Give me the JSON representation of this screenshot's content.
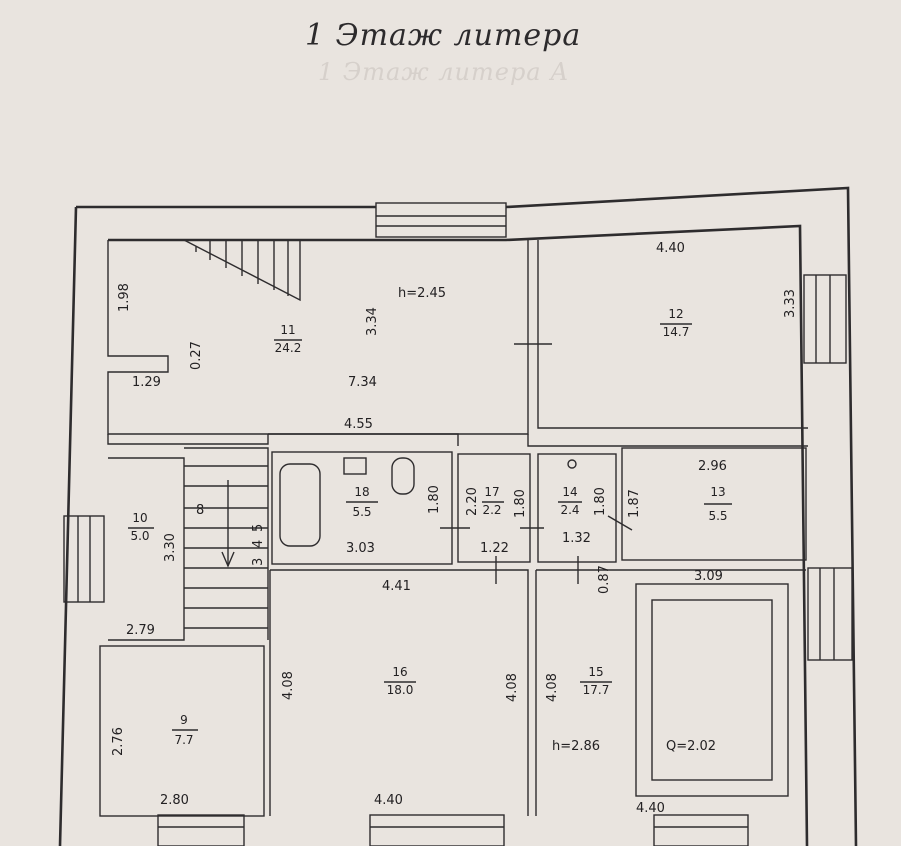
{
  "title": "1 Этаж литера",
  "ghost_title": "1 Этаж литера А",
  "heights": {
    "main": "h=2.45",
    "lower": "h=2.86"
  },
  "area_note": "Q=2.02",
  "rooms": [
    {
      "id": "11",
      "area": "24.2"
    },
    {
      "id": "12",
      "area": "14.7"
    },
    {
      "id": "10",
      "area": "5.0"
    },
    {
      "id": "18",
      "area": "5.5"
    },
    {
      "id": "17",
      "area": "2.2"
    },
    {
      "id": "14",
      "area": "2.4"
    },
    {
      "id": "13",
      "area": "5.5"
    },
    {
      "id": "16",
      "area": "18.0"
    },
    {
      "id": "15",
      "area": "17.7"
    },
    {
      "id": "9",
      "area": "7.7"
    }
  ],
  "dimensions": {
    "d_198": "1.98",
    "d_027": "0.27",
    "d_129": "1.29",
    "d_334": "3.34",
    "d_734": "7.34",
    "d_455": "4.55",
    "d_440_top": "4.40",
    "d_333": "3.33",
    "d_330": "3.30",
    "d_279": "2.79",
    "d_180a": "1.80",
    "d_303": "3.03",
    "d_220": "2.20",
    "d_180b": "1.80",
    "d_122": "1.22",
    "d_180c": "1.80",
    "d_132": "1.32",
    "d_187": "1.87",
    "d_296": "2.96",
    "d_441": "4.41",
    "d_309": "3.09",
    "d_408a": "4.08",
    "d_408b": "4.08",
    "d_408c": "4.08",
    "d_087": "0.87",
    "d_276": "2.76",
    "d_280": "2.80",
    "d_440_mid": "4.40",
    "d_440_right": "4.40"
  },
  "stair_labels": {
    "s8": "8",
    "s3": "3",
    "s4": "4",
    "s5": "5"
  }
}
